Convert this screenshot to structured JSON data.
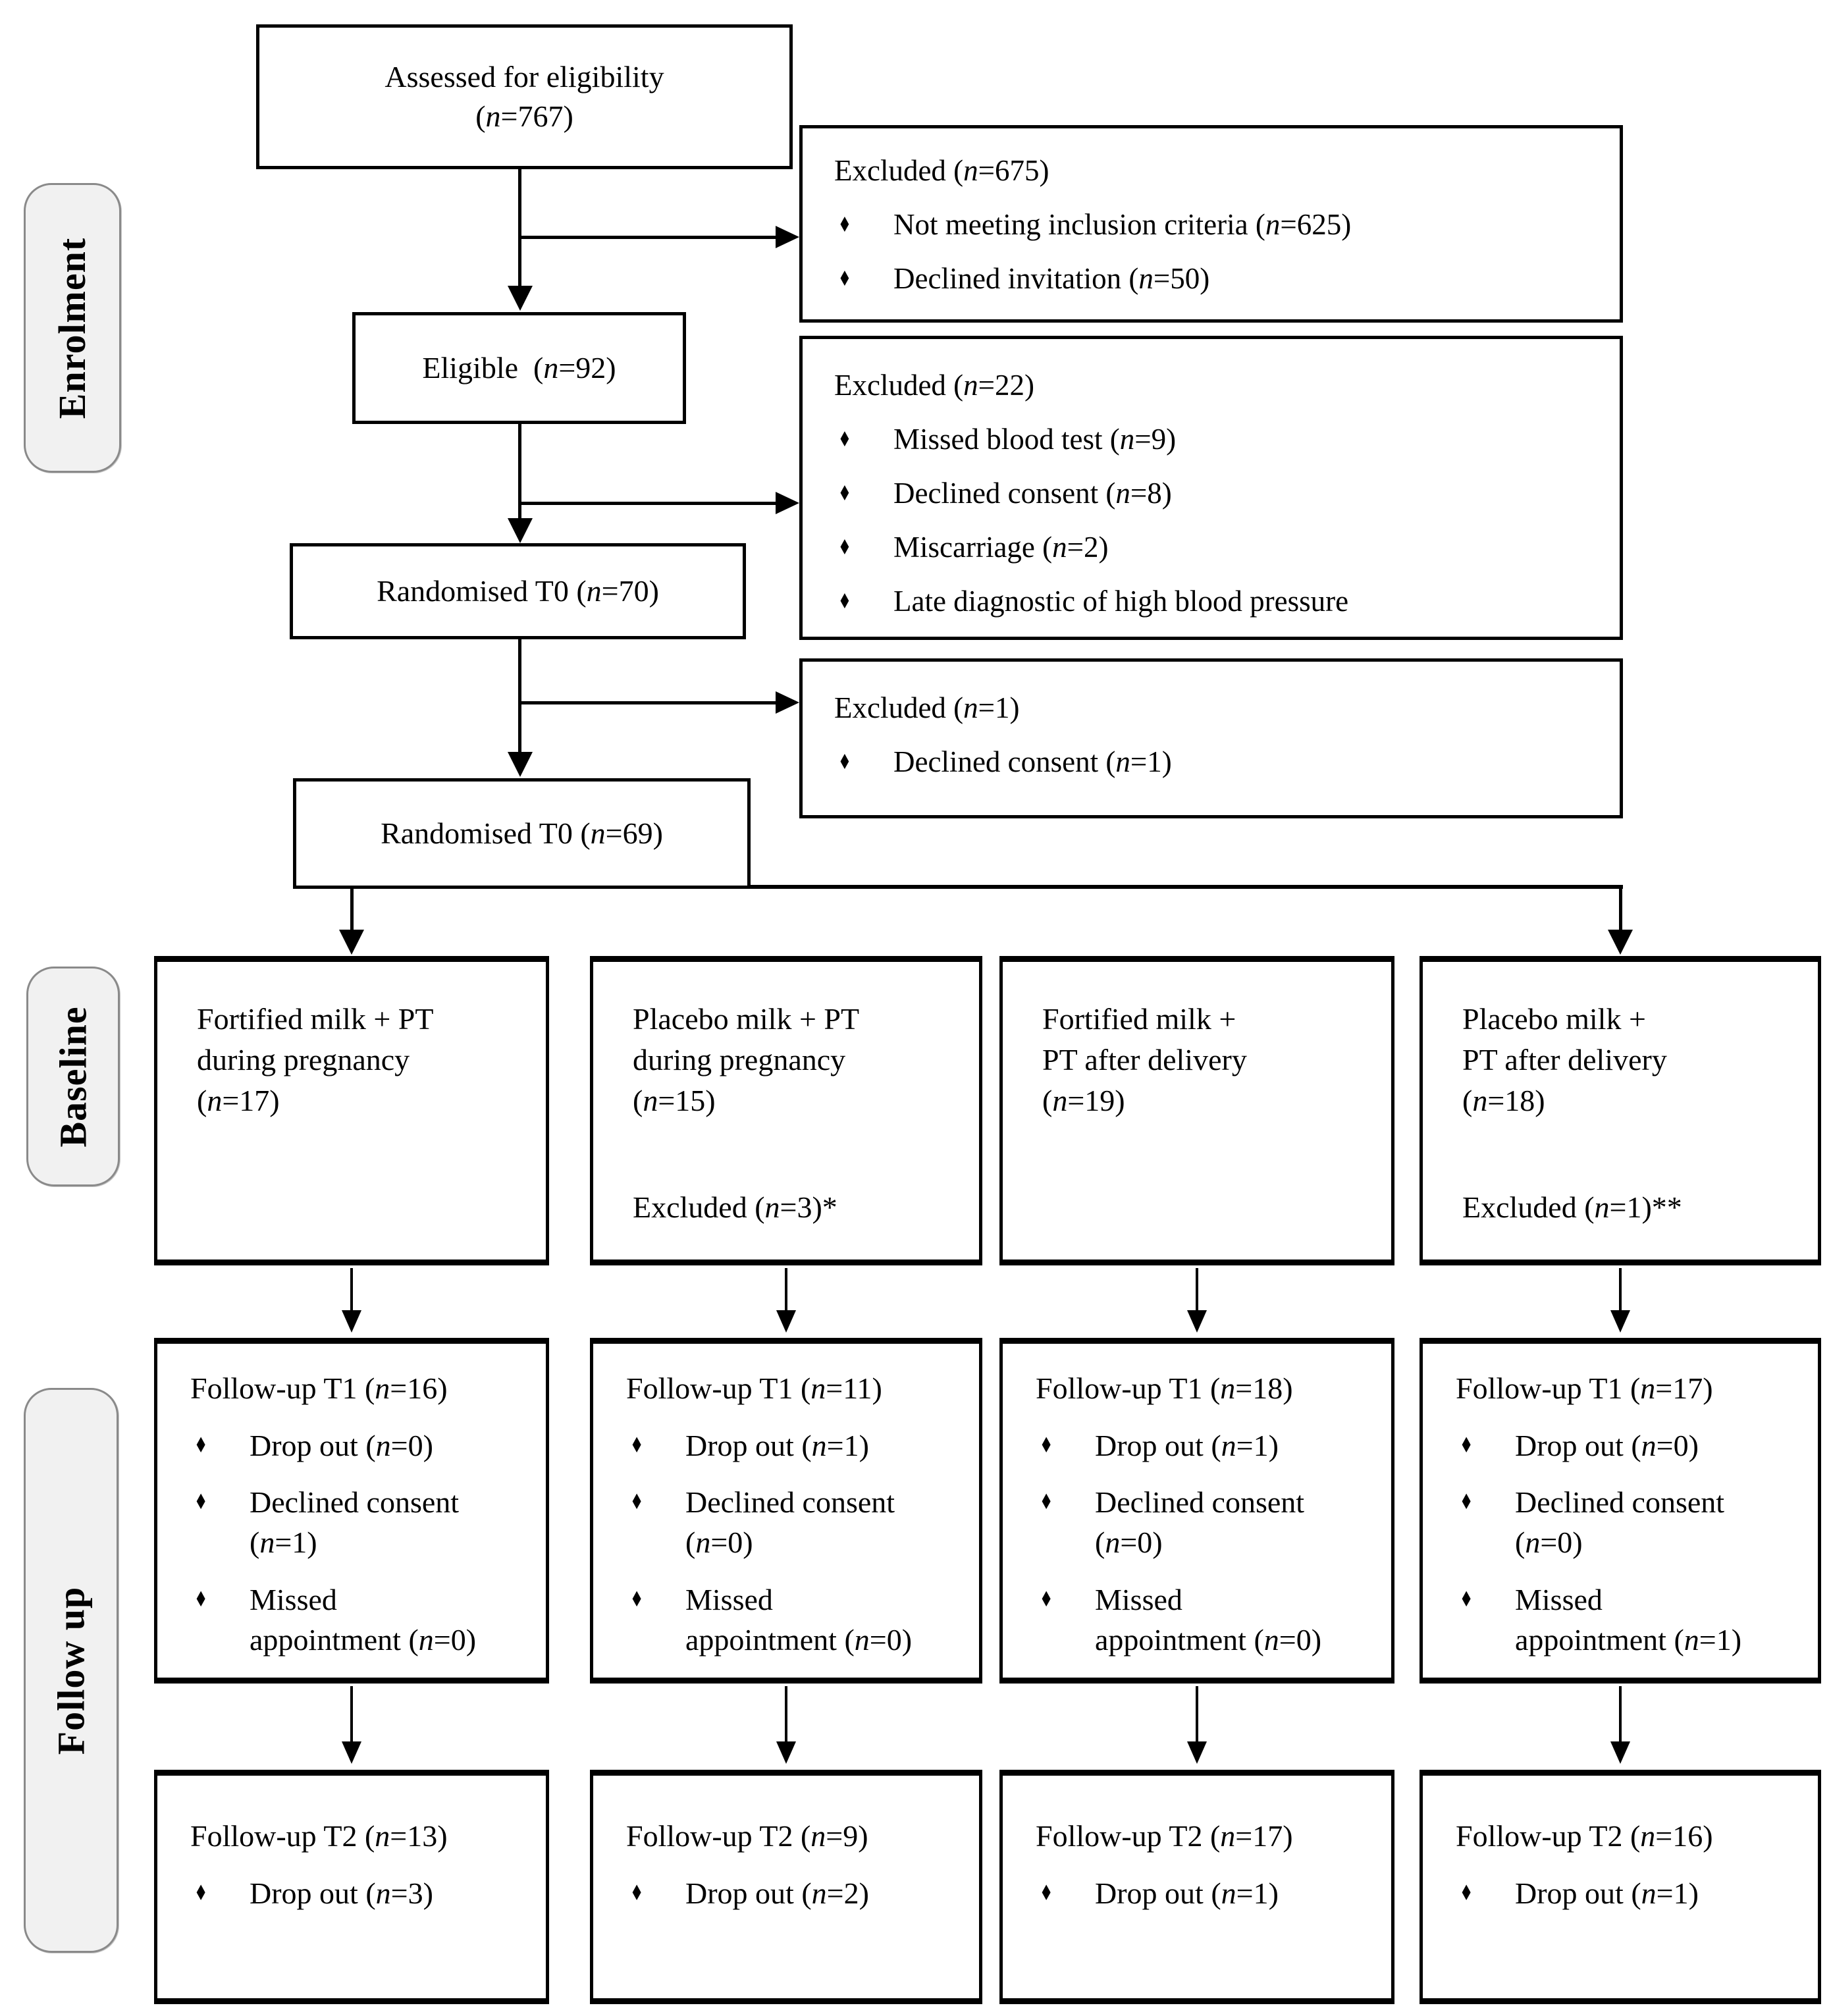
{
  "side_labels": {
    "enrolment": "Enrolment",
    "baseline": "Baseline",
    "followup": "Follow up"
  },
  "flow": {
    "assessed": {
      "line1": "Assessed for eligibility",
      "line2": "(n=767)"
    },
    "excluded_675": {
      "title": "Excluded (n=675)",
      "bullets": [
        "Not meeting inclusion criteria (n=625)",
        "Declined invitation (n=50)"
      ]
    },
    "eligible": {
      "label": "Eligible  (n=92)"
    },
    "excluded_22": {
      "title": "Excluded (n=22)",
      "bullets": [
        "Missed blood test (n=9)",
        "Declined consent (n=8)",
        "Miscarriage (n=2)",
        "Late diagnostic of high blood pressure"
      ]
    },
    "randomised_70": {
      "label": "Randomised T0 (n=70)"
    },
    "excluded_1": {
      "title": "Excluded (n=1)",
      "bullets": [
        "Declined consent (n=1)"
      ]
    },
    "randomised_69": {
      "label": "Randomised T0 (n=69)"
    }
  },
  "arms": {
    "baseline": [
      {
        "text": "Fortified milk + PT\nduring pregnancy\n(n=17)",
        "excluded": ""
      },
      {
        "text": "Placebo milk + PT\nduring pregnancy\n(n=15)",
        "excluded": "Excluded (n=3)*"
      },
      {
        "text": "Fortified milk +\nPT after delivery\n(n=19)",
        "excluded": ""
      },
      {
        "text": "Placebo milk +\nPT after delivery\n(n=18)",
        "excluded": "Excluded (n=1)**"
      }
    ],
    "t1": [
      {
        "title": "Follow-up T1 (n=16)",
        "bullets": [
          "Drop out (n=0)",
          "Declined consent\n(n=1)",
          "Missed\nappointment (n=0)"
        ]
      },
      {
        "title": "Follow-up T1 (n=11)",
        "bullets": [
          "Drop out (n=1)",
          "Declined consent\n(n=0)",
          "Missed\nappointment (n=0)"
        ]
      },
      {
        "title": "Follow-up T1 (n=18)",
        "bullets": [
          "Drop out (n=1)",
          "Declined consent\n(n=0)",
          "Missed\nappointment (n=0)"
        ]
      },
      {
        "title": "Follow-up T1 (n=17)",
        "bullets": [
          "Drop out (n=0)",
          "Declined consent\n(n=0)",
          "Missed\nappointment (n=1)"
        ]
      }
    ],
    "t2": [
      {
        "title": "Follow-up T2 (n=13)",
        "bullets": [
          "Drop out (n=3)"
        ]
      },
      {
        "title": "Follow-up T2 (n=9)",
        "bullets": [
          "Drop out (n=2)"
        ]
      },
      {
        "title": "Follow-up T2 (n=17)",
        "bullets": [
          "Drop out (n=1)"
        ]
      },
      {
        "title": "Follow-up T2 (n=16)",
        "bullets": [
          "Drop out (n=1)"
        ]
      }
    ]
  },
  "icons": {
    "bullet": "♦"
  },
  "colors": {
    "box_border": "#000000",
    "label_fill": "#f1f1f1",
    "label_border": "#8a8a8a",
    "background": "#ffffff"
  }
}
